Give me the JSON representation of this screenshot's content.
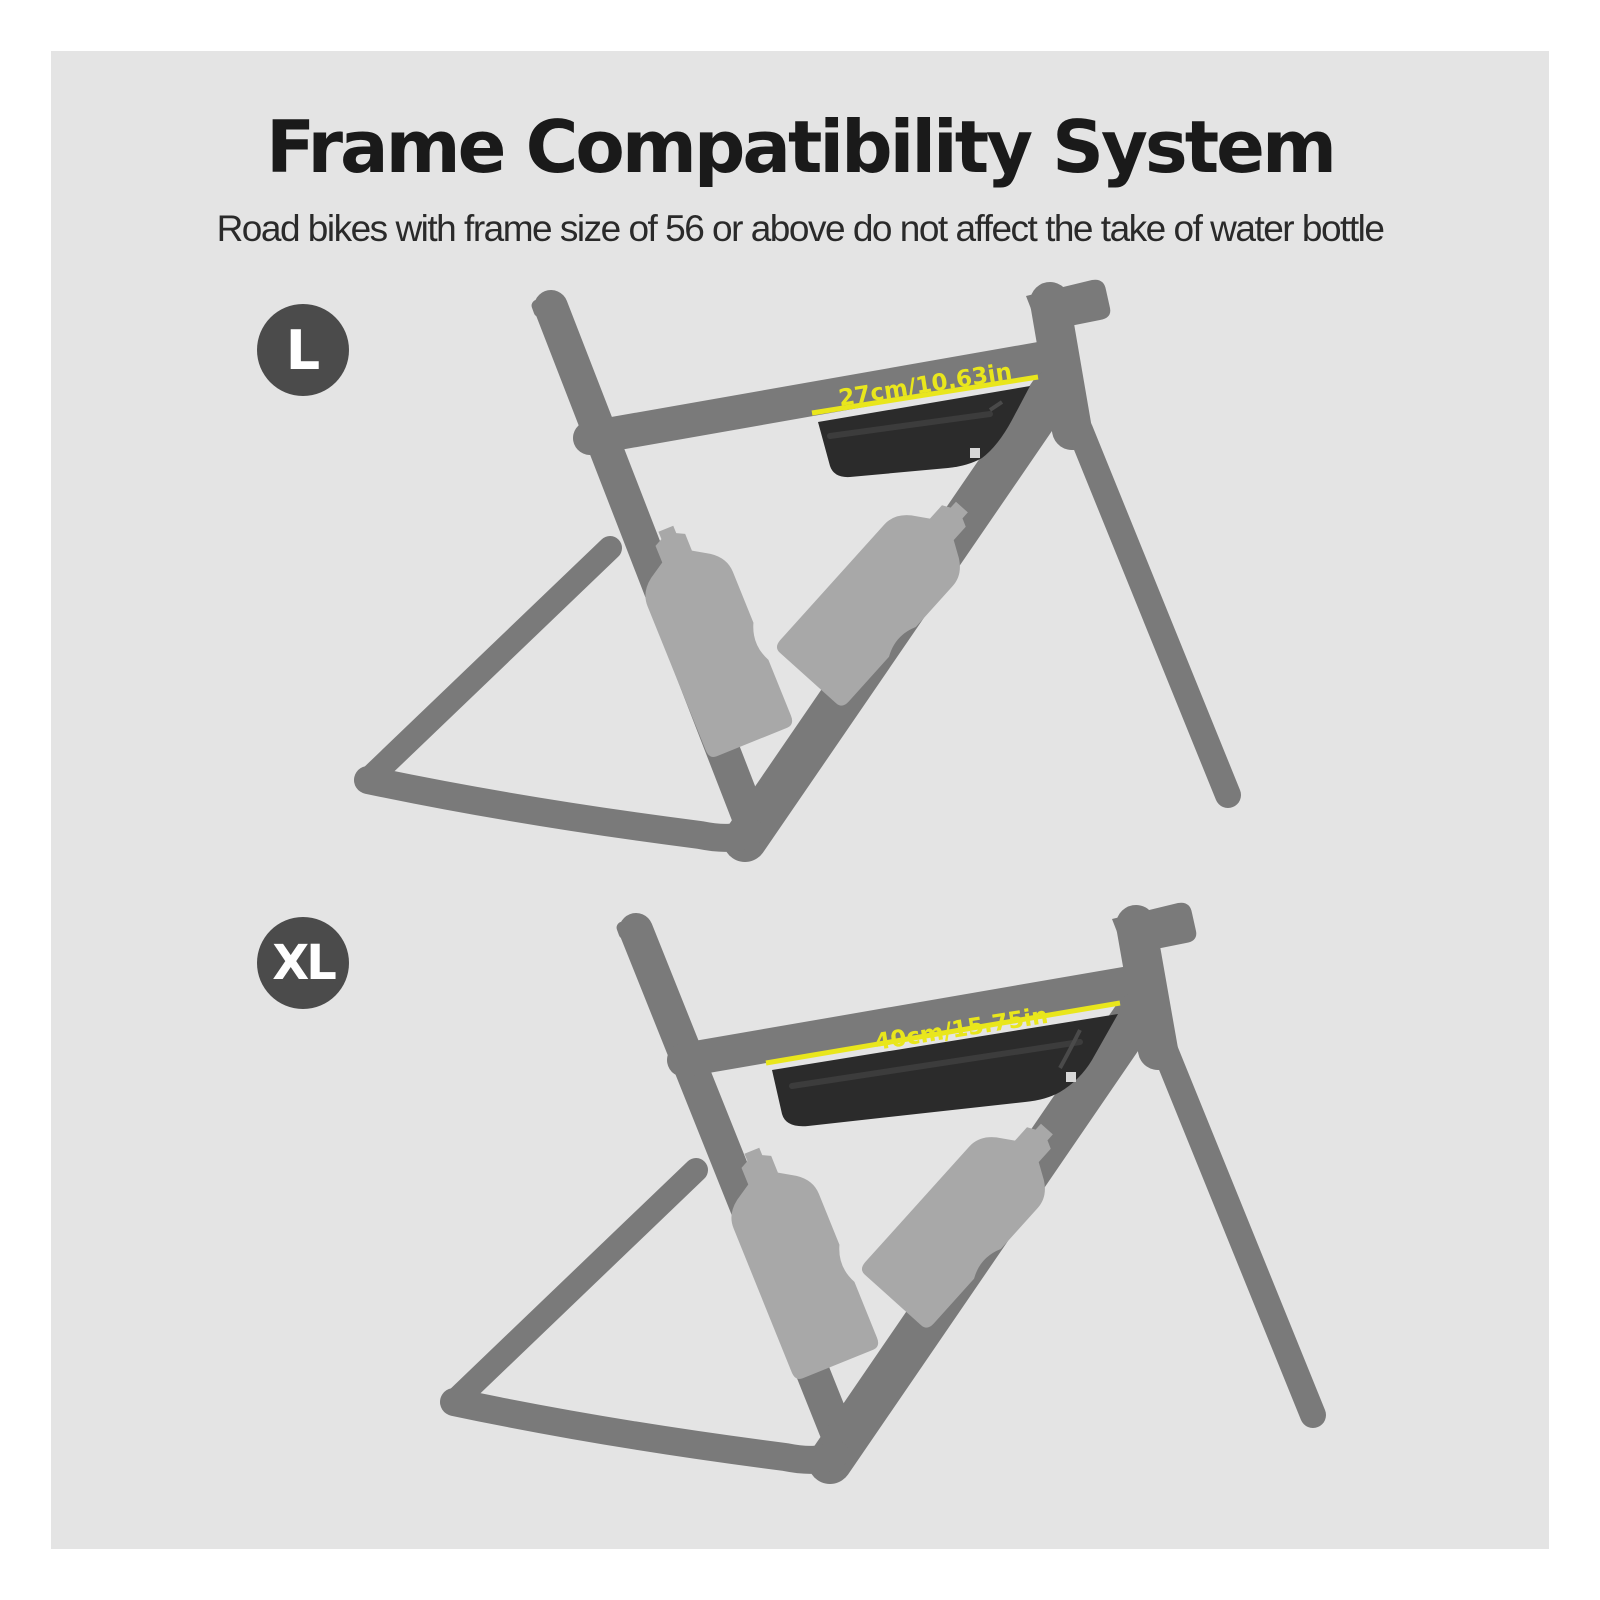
{
  "header": {
    "title": "Frame Compatibility System",
    "subtitle": "Road bikes with frame size of 56 or above do not affect the take of water bottle"
  },
  "sizes": [
    {
      "badge": "L",
      "bag_length": "27cm/10.63in"
    },
    {
      "badge": "XL",
      "bag_length": "40cm/15.75in"
    }
  ],
  "colors": {
    "background": "#e4e4e4",
    "frame": "#7a7a7a",
    "bottle": "#a8a8a8",
    "bag": "#2b2b2b",
    "measure_line": "#e9e61c",
    "badge": "#4b4b4b"
  }
}
